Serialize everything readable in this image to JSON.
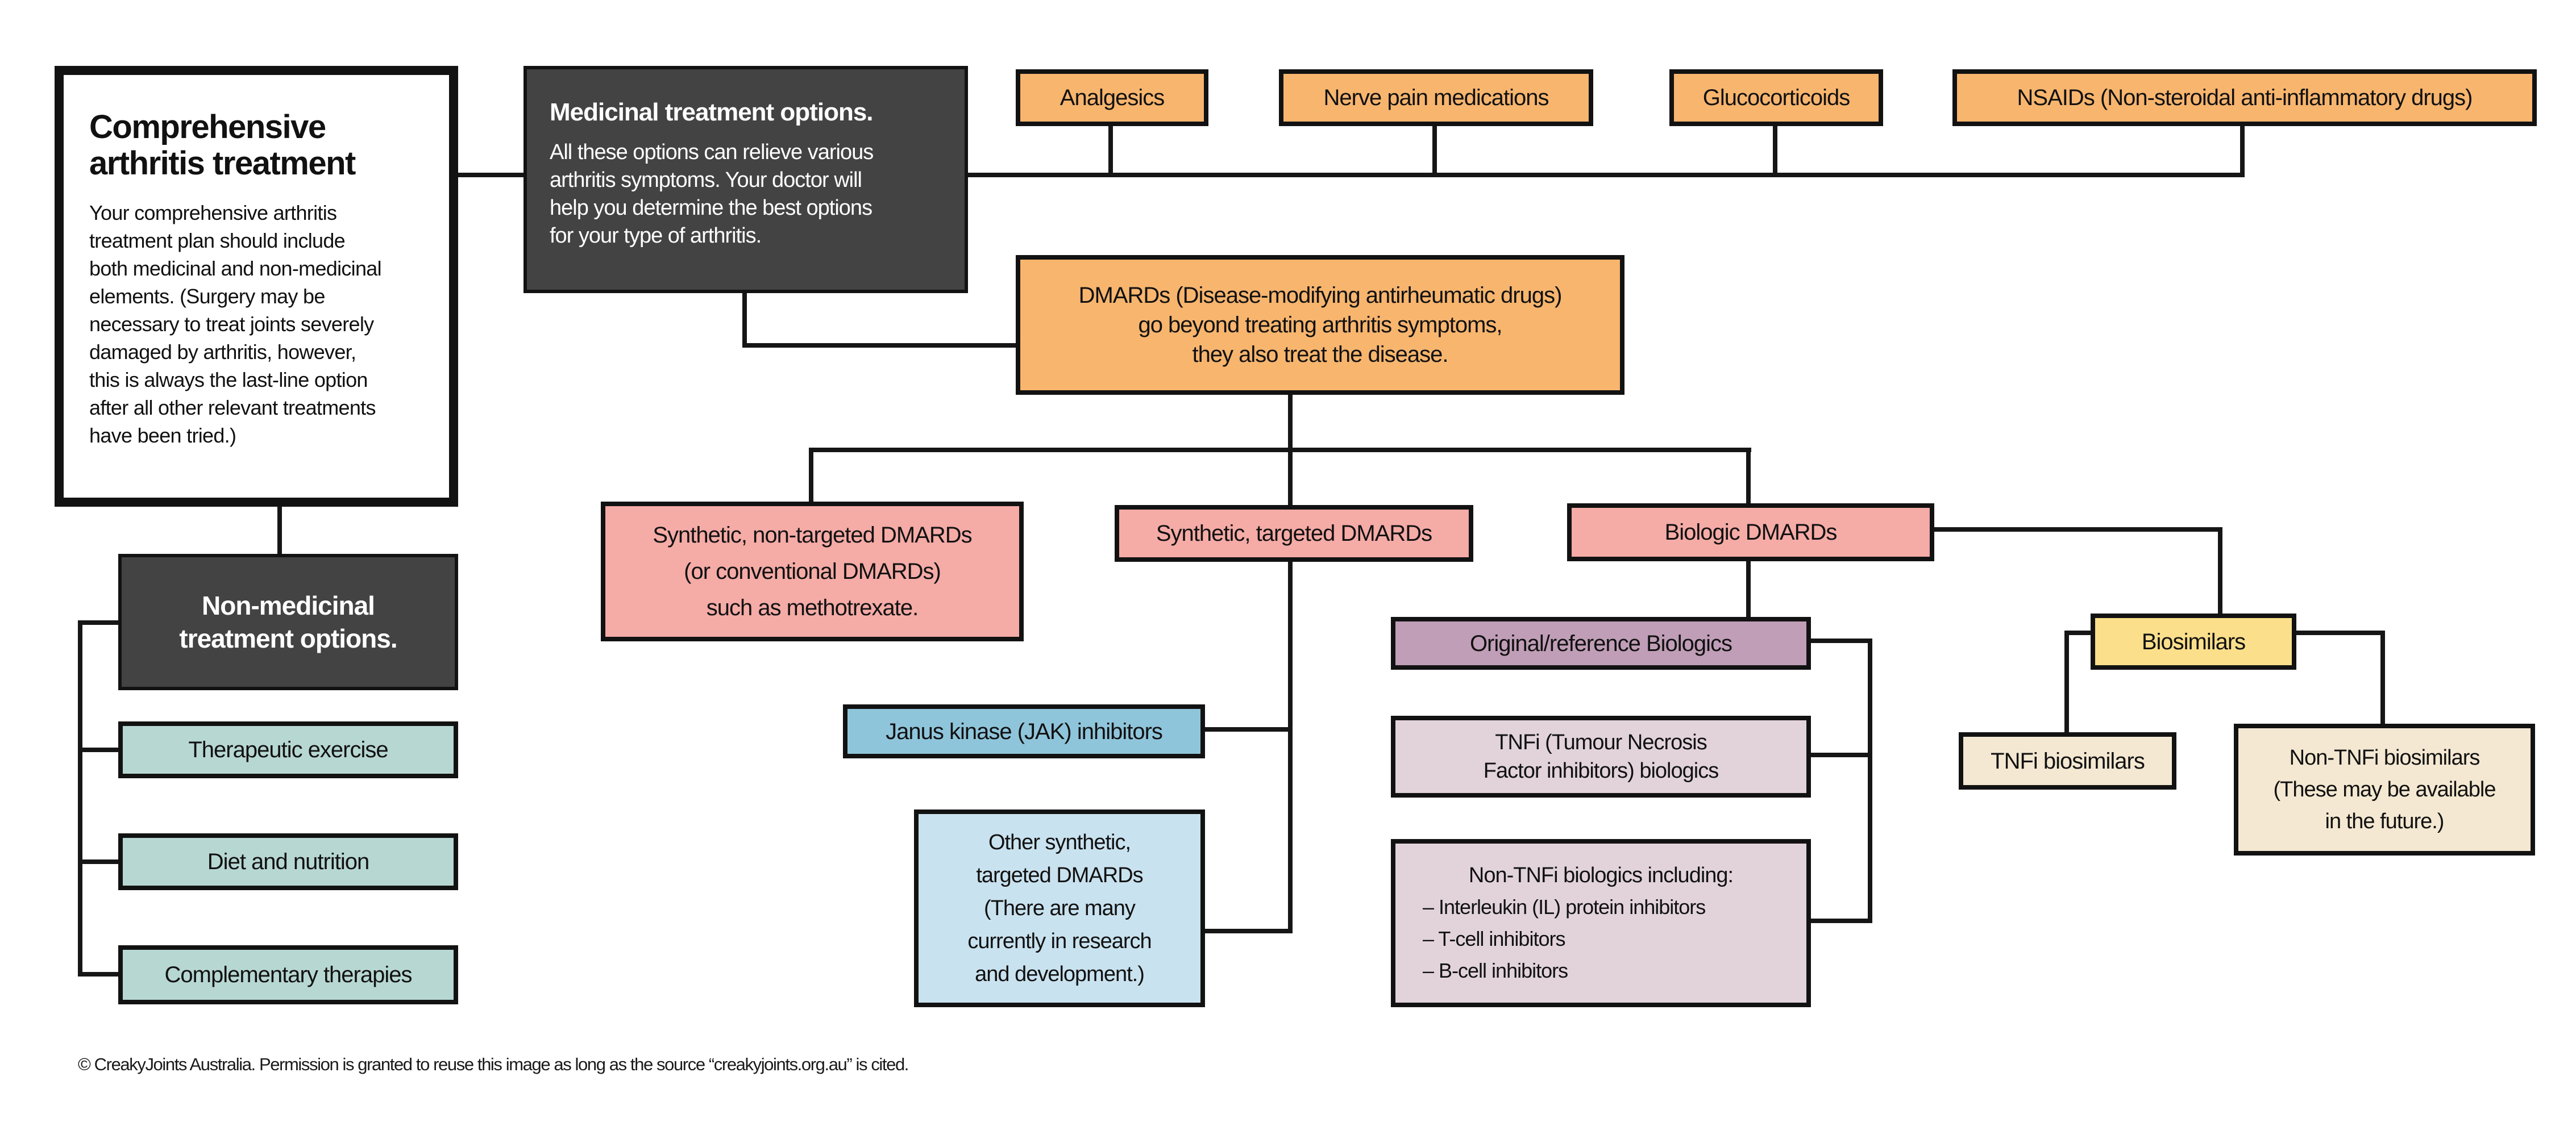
{
  "palette": {
    "orange": "#F7B56E",
    "pink": "#F5ABA6",
    "teal": "#B7D7D2",
    "blue": "#8FC5DB",
    "light_blue": "#C9E2EF",
    "mauve": "#C09EB7",
    "light_mauve": "#E2D3DB",
    "yellow": "#FBDF8B",
    "cream": "#F4E8D2",
    "dark_panel": "#434343",
    "line": "#161616",
    "background": "#FFFFFF"
  },
  "root": {
    "title": "Comprehensive\narthritis treatment",
    "body": "Your comprehensive arthritis\ntreatment plan should include\nboth medicinal and non-medicinal\nelements. (Surgery may be\nnecessary to treat joints severely\ndamaged by arthritis, however,\nthis is always the last-line option\nafter all other relevant treatments\nhave been tried.)"
  },
  "medicinal": {
    "title": "Medicinal treatment options.",
    "body": "All these options can relieve various\narthritis symptoms. Your doctor will\nhelp you determine the best options\nfor your type of arthritis."
  },
  "non_medicinal": {
    "label": "Non-medicinal\ntreatment options."
  },
  "nodes": {
    "analgesics": {
      "label": "Analgesics"
    },
    "nerve_pain": {
      "label": "Nerve pain medications"
    },
    "glucocorticoids": {
      "label": "Glucocorticoids"
    },
    "nsaids": {
      "label": "NSAIDs (Non-steroidal anti-inflammatory drugs)"
    },
    "dmards": {
      "label": "DMARDs (Disease-modifying antirheumatic drugs)\ngo beyond treating arthritis symptoms,\nthey also treat the disease."
    },
    "synthetic_non_targeted": {
      "label": "Synthetic, non-targeted DMARDs\n(or conventional DMARDs)\nsuch as methotrexate."
    },
    "synthetic_targeted": {
      "label": "Synthetic, targeted DMARDs"
    },
    "biologic_dmards": {
      "label": "Biologic DMARDs"
    },
    "jak_inhibitors": {
      "label": "Janus kinase (JAK) inhibitors"
    },
    "other_synthetic": {
      "label": "Other synthetic,\ntargeted DMARDs\n(There are many\ncurrently in research\nand development.)"
    },
    "original_biologics": {
      "label": "Original/reference Biologics"
    },
    "tnfi_biologics": {
      "label": "TNFi (Tumour Necrosis\nFactor inhibitors) biologics"
    },
    "non_tnfi_biologics": {
      "heading": "Non-TNFi biologics including:",
      "items": "– Interleukin (IL) protein inhibitors\n– T-cell inhibitors\n– B-cell inhibitors"
    },
    "biosimilars": {
      "label": "Biosimilars"
    },
    "tnfi_biosimilars": {
      "label": "TNFi biosimilars"
    },
    "non_tnfi_biosimilars": {
      "label": "Non-TNFi biosimilars\n(These may be available\nin the future.)"
    },
    "therapeutic_exercise": {
      "label": "Therapeutic exercise"
    },
    "diet_nutrition": {
      "label": "Diet and nutrition"
    },
    "complementary_therapies": {
      "label": "Complementary therapies"
    }
  },
  "footer": {
    "copyright": "© CreakyJoints Australia. Permission is granted to reuse this image as long as the source “creakyjoints.org.au” is cited."
  }
}
